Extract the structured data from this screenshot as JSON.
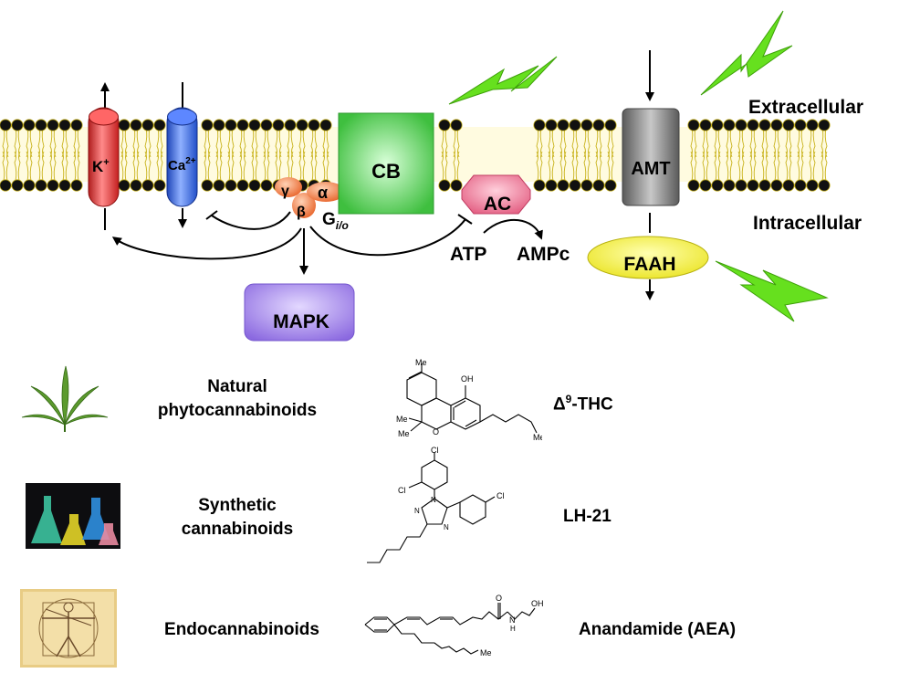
{
  "membrane": {
    "extracellular_label": "Extracellular",
    "intracellular_label": "Intracellular"
  },
  "channels": {
    "k_label": "K",
    "k_sup": "+",
    "ca_label": "Ca",
    "ca_sup": "2+"
  },
  "gprotein": {
    "gamma": "γ",
    "beta": "β",
    "alpha": "α",
    "g_label": "G",
    "g_sub": "i/o"
  },
  "receptors": {
    "cb": "CB",
    "ac": "AC",
    "amt": "AMT",
    "faah": "FAAH",
    "mapk": "MAPK"
  },
  "pathway": {
    "atp": "ATP",
    "campc": "AMPc"
  },
  "colors": {
    "k_channel": "#e03a3a",
    "ca_channel": "#3a6fe0",
    "cb": "#4cc94c",
    "ac": "#ea6b8c",
    "amt": "#8a8a8a",
    "faah": "#f2ee2a",
    "mapk": "#9b7be8",
    "gprotein": "#f07a3a",
    "lightning": "#66e01e"
  },
  "classes": [
    {
      "name": "Natural\nphytocannabinoids",
      "compound": "Δ9-THC",
      "compound_prefix": "Δ",
      "compound_sup": "9",
      "compound_suffix": "-THC",
      "icon": "cannabis-leaf",
      "mol_labels": [
        "OH",
        "Me",
        "Me",
        "Me",
        "Me",
        "O"
      ]
    },
    {
      "name": "Synthetic\ncannabinoids",
      "compound": "LH-21",
      "icon": "lab-flasks",
      "mol_labels": [
        "Cl",
        "Cl",
        "Cl",
        "N",
        "N",
        "N"
      ]
    },
    {
      "name": "Endocannabinoids",
      "compound": "Anandamide (AEA)",
      "icon": "vitruvian-man",
      "mol_labels": [
        "O",
        "N",
        "H",
        "OH",
        "Me"
      ]
    }
  ]
}
